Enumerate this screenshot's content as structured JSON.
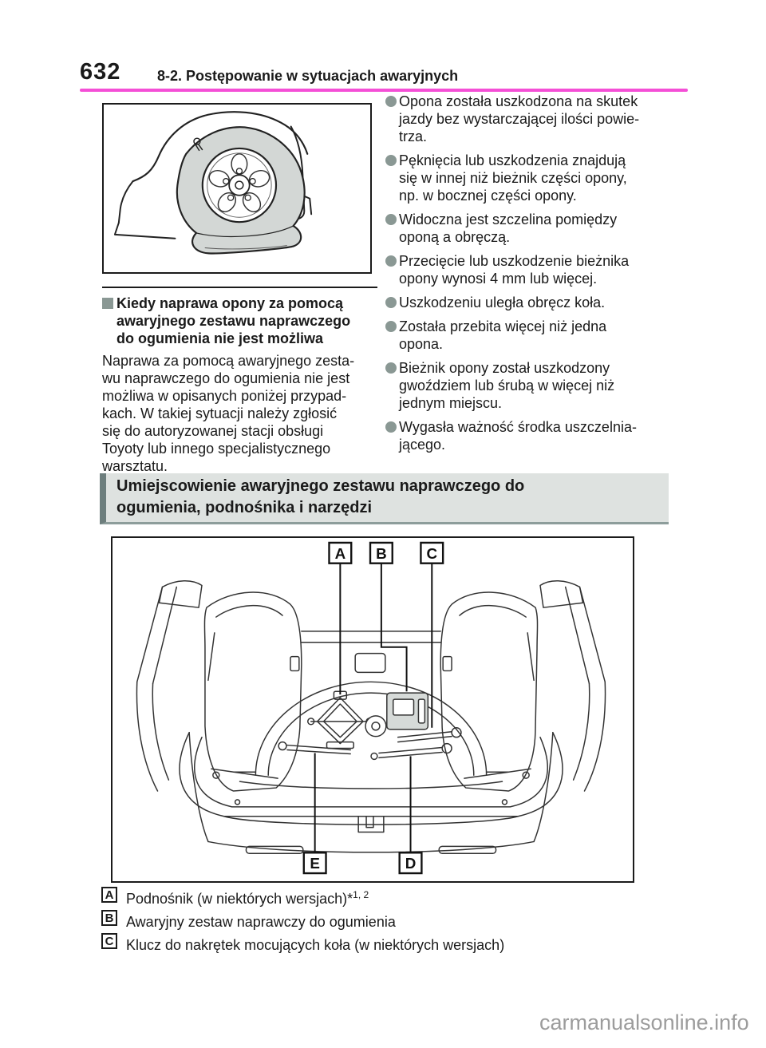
{
  "header": {
    "page_number": "632",
    "section": "8-2. Postępowanie w sytuacjach awaryjnych"
  },
  "left_column": {
    "heading": "Kiedy naprawa opony za pomocą\nawaryjnego zestawu naprawczego\ndo ogumienia nie jest możliwa",
    "paragraph": "Naprawa za pomocą awaryjnego zesta-\nwu naprawczego do ogumienia nie jest\nmożliwa w opisanych poniżej przypad-\nkach. W takiej sytuacji należy zgłosić\nsię do autoryzowanej stacji obsługi\nToyoty lub innego specjalistycznego\nwarsztatu."
  },
  "right_column": {
    "bullets": [
      "Opona została uszkodzona na skutek\njazdy bez wystarczającej ilości powie-\ntrza.",
      "Pęknięcia lub uszkodzenia znajdują\nsię w innej niż bieżnik części opony,\nnp. w bocznej części opony.",
      "Widoczna jest szczelina pomiędzy\noponą a obręczą.",
      "Przecięcie lub uszkodzenie bieżnika\nopony wynosi 4 mm lub więcej.",
      "Uszkodzeniu uległa obręcz koła.",
      "Została przebita więcej niż jedna\nopona.",
      "Bieżnik opony został uszkodzony\ngwoździem lub śrubą w więcej niż\njednym miejscu.",
      "Wygasła ważność środka uszczelnia-\njącego."
    ]
  },
  "section_banner": {
    "title": "Umiejscowienie awaryjnego zestawu naprawczego do\nogumienia, podnośnika i narzędzi"
  },
  "figures": {
    "flat_tire": "flat-tire-illustration",
    "trunk": "trunk-tools-location-diagram"
  },
  "diagram": {
    "labels": {
      "a": "A",
      "b": "B",
      "c": "C",
      "d": "D",
      "e": "E"
    }
  },
  "legend": {
    "items": [
      {
        "key": "A",
        "text": "Podnośnik (w niektórych wersjach)",
        "marker": "*",
        "sup": "1, 2"
      },
      {
        "key": "B",
        "text": "Awaryjny zestaw naprawczy do ogumienia",
        "marker": "",
        "sup": ""
      },
      {
        "key": "C",
        "text": "Klucz do nakrętek mocujących koła (w niektórych wersjach)",
        "marker": "",
        "sup": ""
      }
    ]
  },
  "watermark": "carmanualsonline.info",
  "colors": {
    "accent_rule": "#f44fd6",
    "bullet": "#8a9894",
    "banner_bg": "#dee2e0",
    "banner_bar": "#6d7e7d"
  }
}
